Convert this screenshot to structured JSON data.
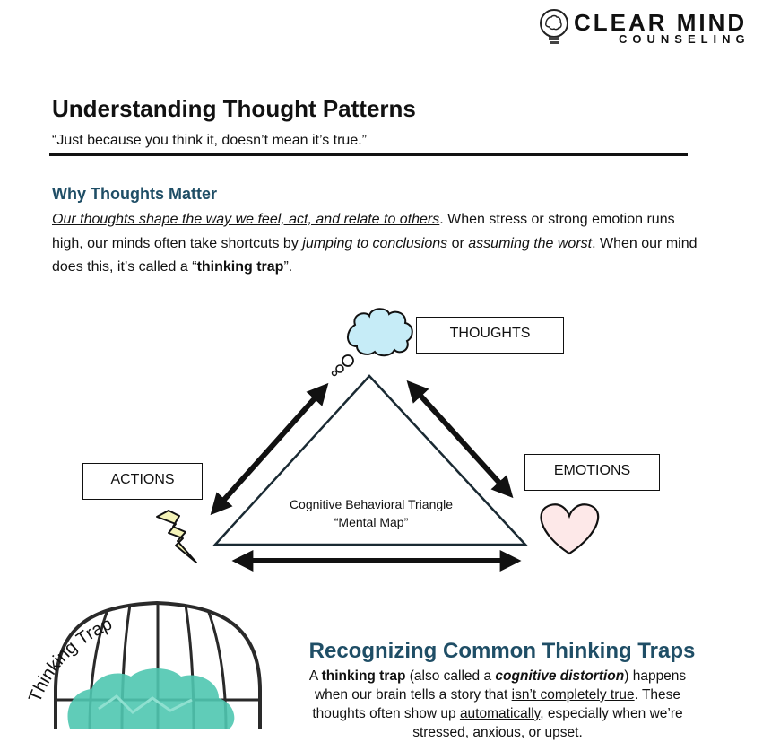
{
  "logo": {
    "name": "CLEAR MIND",
    "tagline": "COUNSELING",
    "icon": "brain-lightbulb-icon"
  },
  "header": {
    "title": "Understanding Thought Patterns",
    "quote": "“Just because you think it, doesn’t mean it’s true.”"
  },
  "why": {
    "heading": "Why Thoughts Matter",
    "emph": "Our thoughts shape the way we feel, act, and relate to others",
    "t1": ". When stress or strong emotion runs high, our minds often take shortcuts by ",
    "i1": "jumping to conclusions",
    "t2": " or ",
    "i2": "assuming the worst",
    "t3": ". When our mind does this, it’s called a “",
    "b1": "thinking trap",
    "t4": "”."
  },
  "triangle": {
    "thoughts": "THOUGHTS",
    "actions": "ACTIONS",
    "emotions": "EMOTIONS",
    "center_line1": "Cognitive Behavioral Triangle",
    "center_line2": "“Mental Map”",
    "icons": [
      "thought-cloud-icon",
      "lightning-bolt-icon",
      "heart-icon",
      "double-arrow-icon"
    ]
  },
  "trap_graphic": {
    "label": "Thinking Trap",
    "icons": [
      "birdcage-icon",
      "brain-icon"
    ]
  },
  "recognizing": {
    "heading": "Recognizing Common Thinking Traps",
    "a1": "A ",
    "b1": "thinking trap",
    "a2": " (also called a ",
    "bi1": "cognitive distortion",
    "a3": ") happens when our brain tells a story that ",
    "u1": "isn’t completely true",
    "a4": ". These thoughts often show up ",
    "u2": "automatically",
    "a5": ", especially when we’re stressed, anxious, or upset."
  },
  "colors": {
    "heading": "#1f4e66",
    "cloud": "#c6ecf7",
    "heart": "#fde8e8",
    "bolt": "#f4f3b8",
    "brain": "#4fc6b0"
  }
}
